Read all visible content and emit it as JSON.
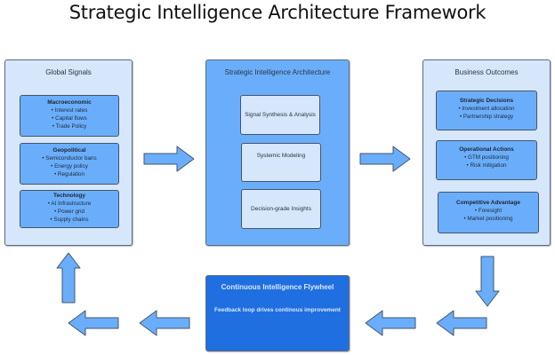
{
  "title": "Strategic Intelligence Architecture Framework",
  "colors": {
    "light_panel": "#d6e6fb",
    "mid_panel": "#6aaefb",
    "dark_panel": "#1f6fe0",
    "arrow_fill": "#6aaefb",
    "border": "#46556a"
  },
  "global_signals": {
    "title": "Global Signals",
    "groups": [
      {
        "title": "Macroeconomic",
        "items": [
          "Interest rates",
          "Capital flows",
          "Trade Policy"
        ]
      },
      {
        "title": "Geopolitical",
        "items": [
          "Semiconductor bans",
          "Energy policy",
          "Regulation"
        ]
      },
      {
        "title": "Technology",
        "items": [
          "AI Infrastructure",
          "Power grid",
          "Supply chains"
        ]
      }
    ]
  },
  "architecture": {
    "title": "Strategic Intelligence Architecture",
    "steps": [
      "Signal Synthesis & Analysis",
      "Systemic Modeling",
      "Decision-grade Insights"
    ]
  },
  "business_outcomes": {
    "title": "Business Outcomes",
    "groups": [
      {
        "title": "Strategic Decisions",
        "items": [
          "Investment allocation",
          "Partnership strategy"
        ]
      },
      {
        "title": "Operational Actions",
        "items": [
          "GTM positioning",
          "Risk mitigation"
        ]
      },
      {
        "title": "Competitive Advantage",
        "items": [
          "Foresight",
          "Market positioning"
        ]
      }
    ]
  },
  "flywheel": {
    "title": "Continuous Intelligence Flywheel",
    "description": "Feedback loop drives continous improvement"
  },
  "arrows": [
    {
      "name": "signals-to-architecture",
      "direction": "right"
    },
    {
      "name": "architecture-to-outcomes",
      "direction": "right"
    },
    {
      "name": "outcomes-down",
      "direction": "down"
    },
    {
      "name": "to-flywheel",
      "direction": "left"
    },
    {
      "name": "from-flywheel",
      "direction": "left"
    },
    {
      "name": "return-left",
      "direction": "left"
    },
    {
      "name": "return-up",
      "direction": "up"
    }
  ]
}
